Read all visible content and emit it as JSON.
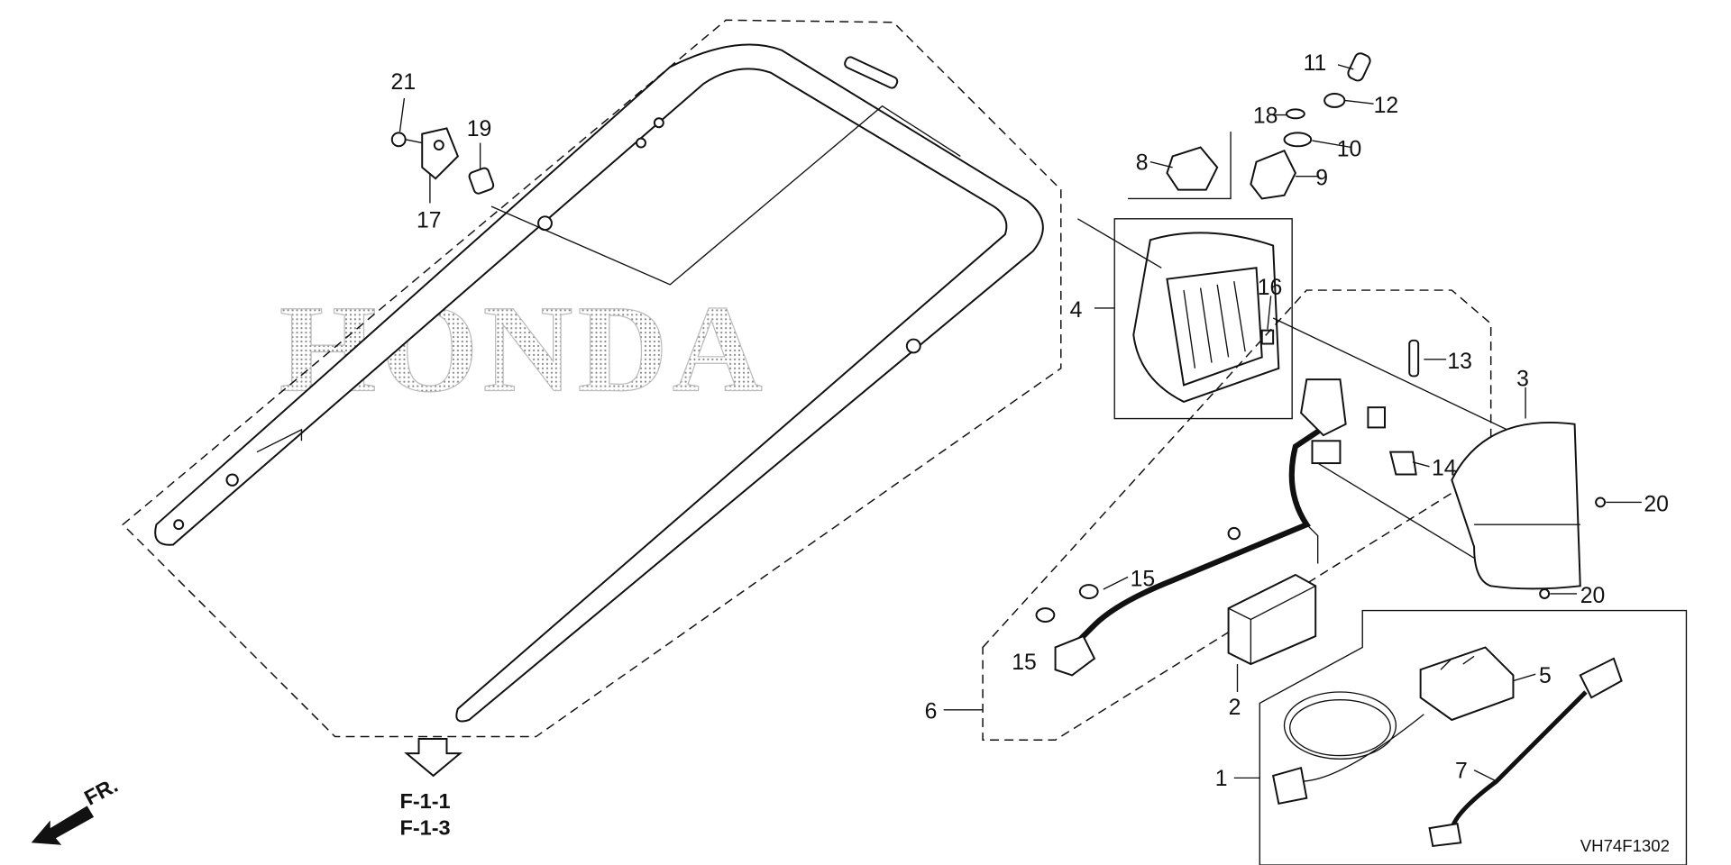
{
  "diagram": {
    "watermark": "HONDA",
    "diagram_code": "VH74F1302",
    "direction_label": "FR.",
    "references": [
      "F-1-1",
      "F-1-3"
    ],
    "callouts": {
      "p1": "1",
      "p2": "2",
      "p3": "3",
      "p4": "4",
      "p5": "5",
      "p6": "6",
      "p7": "7",
      "p8": "8",
      "p9": "9",
      "p10": "10",
      "p11": "11",
      "p12": "12",
      "p13": "13",
      "p14": "14",
      "p15a": "15",
      "p15b": "15",
      "p16": "16",
      "p17": "17",
      "p18": "18",
      "p19": "19",
      "p20a": "20",
      "p20b": "20",
      "p21": "21"
    }
  }
}
